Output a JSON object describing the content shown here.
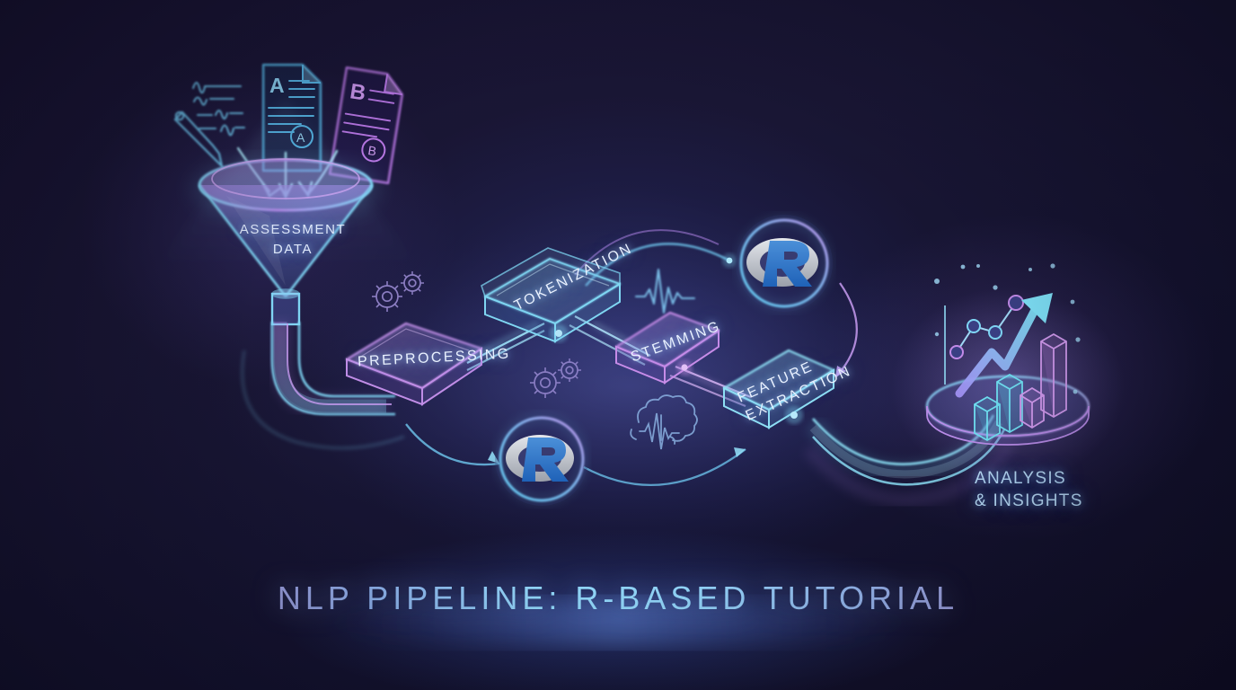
{
  "title": "NLP PIPELINE: R-BASED TUTORIAL",
  "source": {
    "label_line1": "ASSESSMENT",
    "label_line2": "DATA",
    "documents": [
      {
        "name": "handwriting-note",
        "grade": "",
        "color": "#6fc9f0"
      },
      {
        "name": "document-a",
        "grade": "A",
        "color": "#57b9e8"
      },
      {
        "name": "document-b",
        "grade": "B",
        "color": "#bb79e8"
      }
    ]
  },
  "pipeline": {
    "nodes": [
      {
        "id": "preprocessing",
        "label": "PREPROCESSING",
        "color": "#c08de6"
      },
      {
        "id": "tokenization",
        "label": "TOKENIZATION",
        "color": "#7fd6f2"
      },
      {
        "id": "stemming",
        "label": "STEMMING",
        "color": "#c78ce8"
      },
      {
        "id": "feature-extraction",
        "label_line1": "FEATURE",
        "label_line2": "EXTRACTION",
        "label": "FEATURE EXTRACTION",
        "color": "#8fe0f4"
      }
    ],
    "logos": [
      {
        "id": "r-logo-top",
        "letter": "R"
      },
      {
        "id": "r-logo-bottom",
        "letter": "R"
      }
    ],
    "decor_icons": [
      "gears-icon",
      "gears-icon",
      "waveform-icon",
      "brain-waveform-icon"
    ]
  },
  "output": {
    "label_line1": "ANALYSIS",
    "label_line2": "& INSIGHTS"
  },
  "colors": {
    "background": "#191634",
    "cyan": "#6fd8f5",
    "violet": "#c08de6",
    "r_blue": "#2a6fc4",
    "r_gray": "#c9ccd2",
    "text": "#dfe9fb"
  }
}
